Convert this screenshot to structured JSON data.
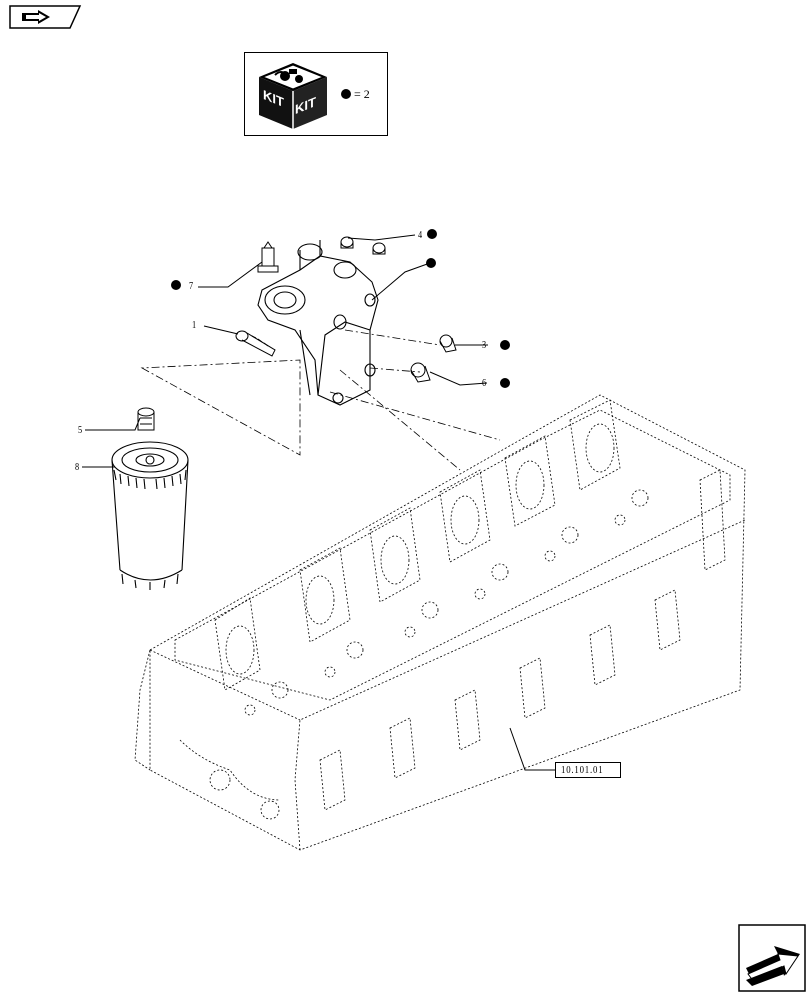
{
  "navigation": {
    "previous_icon": "back-arrow-icon",
    "next_icon": "forward-arrow-icon"
  },
  "kit_legend": {
    "icon": "kit-box-icon",
    "box_label_left": "KIT",
    "box_label_right": "KIT",
    "equals": "=",
    "quantity": "2"
  },
  "callouts": [
    {
      "id": "1",
      "label": "1"
    },
    {
      "id": "3",
      "label": "3"
    },
    {
      "id": "4",
      "label": "4"
    },
    {
      "id": "5",
      "label": "5"
    },
    {
      "id": "6",
      "label": "6"
    },
    {
      "id": "7",
      "label": "7"
    },
    {
      "id": "8",
      "label": "8"
    }
  ],
  "reference": {
    "label": "10.101.01"
  },
  "colors": {
    "line": "#000000",
    "background": "#ffffff"
  }
}
